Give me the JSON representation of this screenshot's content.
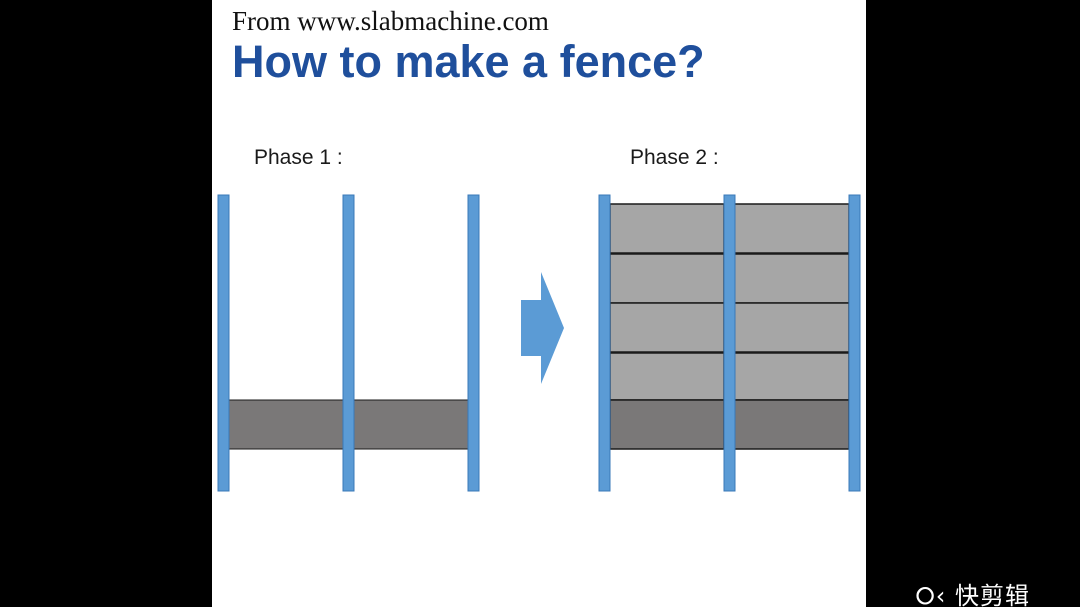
{
  "slide": {
    "source": "From www.slabmachine.com",
    "title": "How to make a fence?"
  },
  "diagram": {
    "phase1_label": "Phase 1 :",
    "phase2_label": "Phase 2 :",
    "phase1_slab_rows": 1,
    "phase2_slab_rows": 5,
    "colors": {
      "post": "#5b9bd5",
      "post_edge": "#3a78b8",
      "base_slab": "#7a7878",
      "upper_slab": "#a6a6a6",
      "slab_edge": "#1a1a1a",
      "arrow": "#5b9bd5"
    }
  },
  "watermark": {
    "text": "快剪辑",
    "icon": "kuaijianji-logo-icon"
  }
}
